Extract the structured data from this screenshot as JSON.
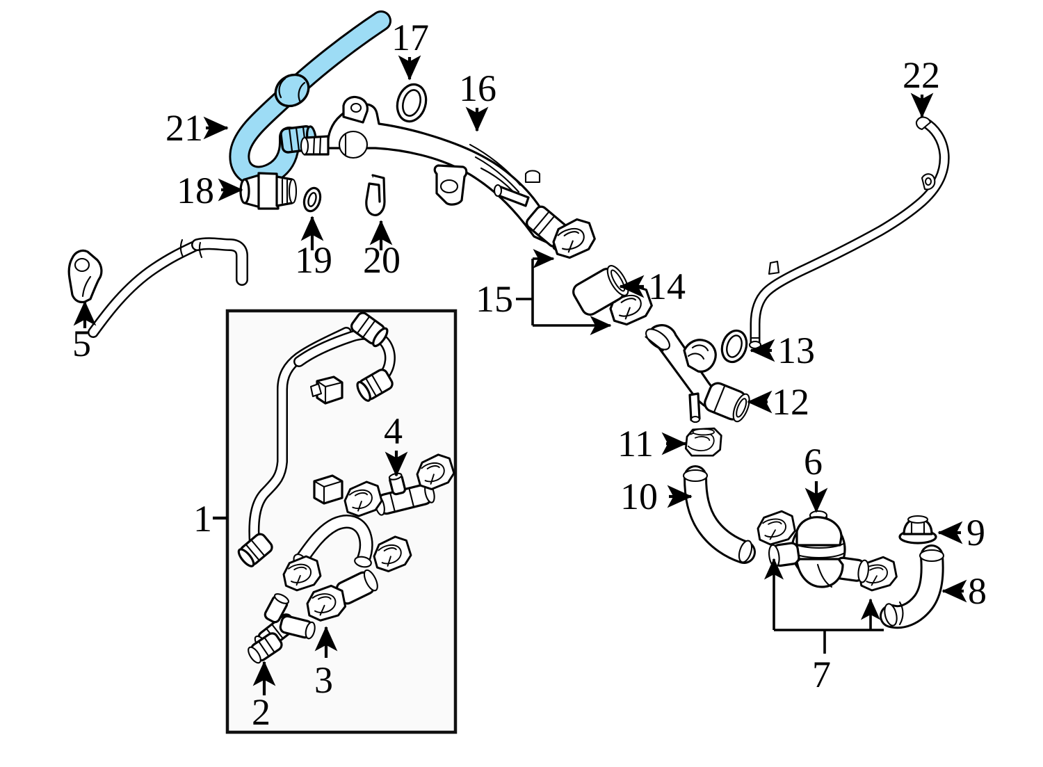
{
  "diagram": {
    "title": "Engine Coolant Hose Assembly Exploded Parts Diagram",
    "highlight_color": "#9ddcf5",
    "line_color": "#000000",
    "background_color": "#ffffff",
    "box_fill_color": "#fafafa",
    "highlighted_part": "21"
  },
  "callouts": [
    {
      "id": "1",
      "label": "1",
      "part": "heater-hose-assembly-group",
      "style": "bracket-left"
    },
    {
      "id": "2",
      "label": "2",
      "part": "y-connector",
      "style": "arrow-up"
    },
    {
      "id": "3",
      "label": "3",
      "part": "spring-hose-clamp",
      "style": "arrow-up"
    },
    {
      "id": "4",
      "label": "4",
      "part": "tee-connector-fitting",
      "style": "arrow-down"
    },
    {
      "id": "5",
      "label": "5",
      "part": "vent-hose-with-flange",
      "style": "arrow-up"
    },
    {
      "id": "6",
      "label": "6",
      "part": "heater-control-water-valve",
      "style": "arrow-down"
    },
    {
      "id": "7",
      "label": "7",
      "part": "hose-clamp-pair",
      "style": "bracket-bottom"
    },
    {
      "id": "8",
      "label": "8",
      "part": "heater-outlet-hose",
      "style": "arrow-left"
    },
    {
      "id": "9",
      "label": "9",
      "part": "cap-plug",
      "style": "arrow-left"
    },
    {
      "id": "10",
      "label": "10",
      "part": "heater-inlet-hose",
      "style": "arrow-right"
    },
    {
      "id": "11",
      "label": "11",
      "part": "hose-clamp",
      "style": "arrow-right"
    },
    {
      "id": "12",
      "label": "12",
      "part": "coolant-pipe-connector",
      "style": "arrow-left"
    },
    {
      "id": "13",
      "label": "13",
      "part": "o-ring-seal",
      "style": "arrow-left"
    },
    {
      "id": "14",
      "label": "14",
      "part": "rubber-connector-sleeve",
      "style": "arrow-left"
    },
    {
      "id": "15",
      "label": "15",
      "part": "hose-clamp-pair",
      "style": "bracket-right"
    },
    {
      "id": "16",
      "label": "16",
      "part": "coolant-distribution-manifold",
      "style": "arrow-down"
    },
    {
      "id": "17",
      "label": "17",
      "part": "o-ring-seal",
      "style": "arrow-down"
    },
    {
      "id": "18",
      "label": "18",
      "part": "coolant-temperature-sensor",
      "style": "arrow-right"
    },
    {
      "id": "19",
      "label": "19",
      "part": "small-o-ring-seal",
      "style": "arrow-up"
    },
    {
      "id": "20",
      "label": "20",
      "part": "retaining-clip",
      "style": "arrow-up"
    },
    {
      "id": "21",
      "label": "21",
      "part": "highlighted-coolant-hose",
      "style": "arrow-right"
    },
    {
      "id": "22",
      "label": "22",
      "part": "coolant-return-pipe",
      "style": "arrow-down"
    }
  ]
}
